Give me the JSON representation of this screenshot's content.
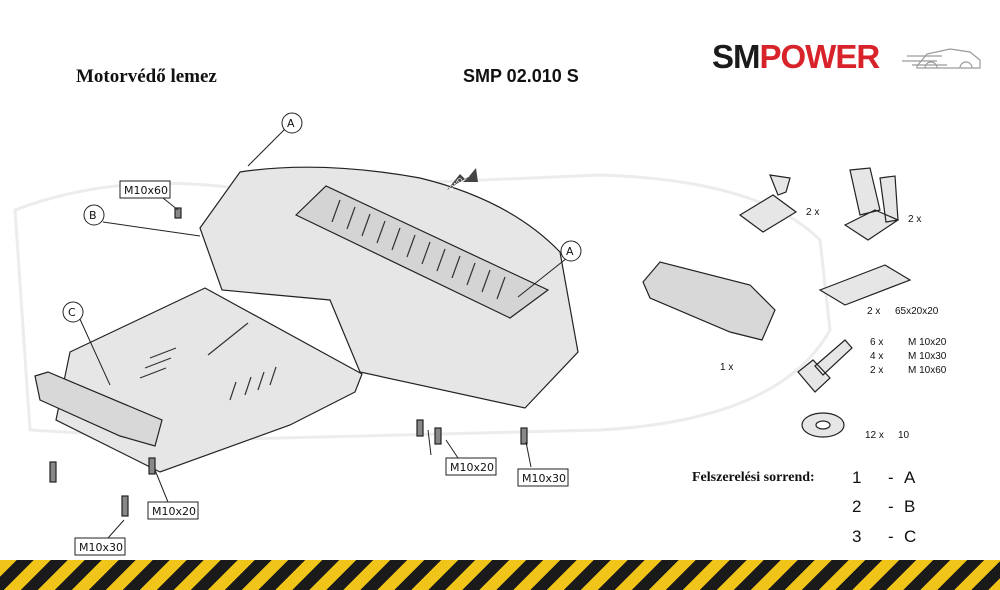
{
  "header": {
    "title_left": "Motorvédő lemez",
    "title_right": "SMP 02.010 S",
    "logo": {
      "text_sm": "SM",
      "text_power": "POWER",
      "color_dark": "#1b1b1b",
      "color_red": "#d8232a"
    }
  },
  "callouts": {
    "a_top": "A",
    "b": "B",
    "c": "C",
    "a_right": "A"
  },
  "bolts": {
    "m10x60": "M10x60",
    "m10x20_center": "M10x20",
    "m10x30_right": "M10x30",
    "m10x20_left": "M10x20",
    "m10x30_left": "M10x30"
  },
  "markings": {
    "fwd": "FWD"
  },
  "parts": {
    "bracket_small_qty": "2 x",
    "bracket_tall_qty": "2 x",
    "strip_qty": "2 x",
    "strip_size": "65x20x20",
    "plate_qty": "1 x",
    "bolt_rows": [
      {
        "qty": "6 x",
        "size": "M 10x20"
      },
      {
        "qty": "4 x",
        "size": "M 10x30"
      },
      {
        "qty": "2 x",
        "size": "M 10x60"
      }
    ],
    "washer_qty": "12 x",
    "washer_size": "10"
  },
  "order": {
    "label": "Felszerelési sorrend:",
    "steps": [
      {
        "n": "1",
        "dash": "-",
        "letter": "A"
      },
      {
        "n": "2",
        "dash": "-",
        "letter": "B"
      },
      {
        "n": "3",
        "dash": "-",
        "letter": "C"
      }
    ]
  },
  "colors": {
    "warning_yellow": "#f0c419",
    "warning_black": "#1a1a1a"
  }
}
